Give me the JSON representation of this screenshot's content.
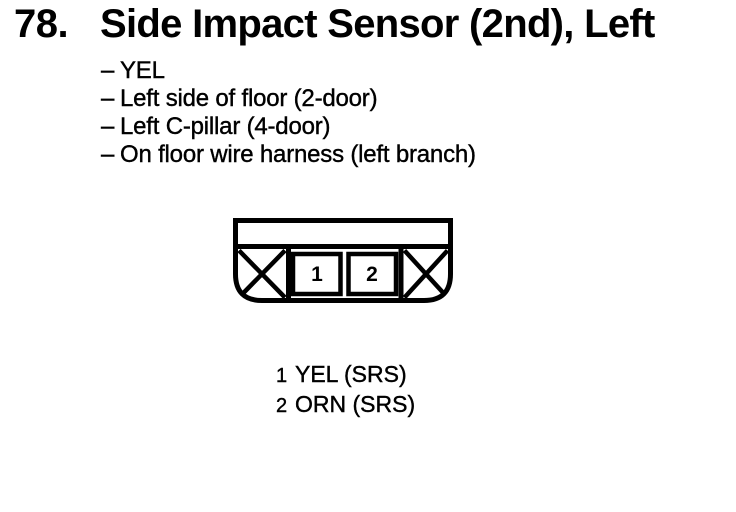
{
  "header": {
    "number": "78.",
    "title": "Side Impact Sensor (2nd), Left"
  },
  "details": {
    "bullet": "–",
    "items": [
      "YEL",
      "Left side of floor (2-door)",
      "Left C-pillar (4-door)",
      "On floor wire harness (left branch)"
    ]
  },
  "connector": {
    "cavities": [
      "X",
      "1",
      "2",
      "X"
    ]
  },
  "legend": {
    "pins": [
      {
        "pin": "1",
        "label": "YEL (SRS)"
      },
      {
        "pin": "2",
        "label": "ORN (SRS)"
      }
    ]
  },
  "colors": {
    "ink": "#000000",
    "paper": "#ffffff"
  }
}
